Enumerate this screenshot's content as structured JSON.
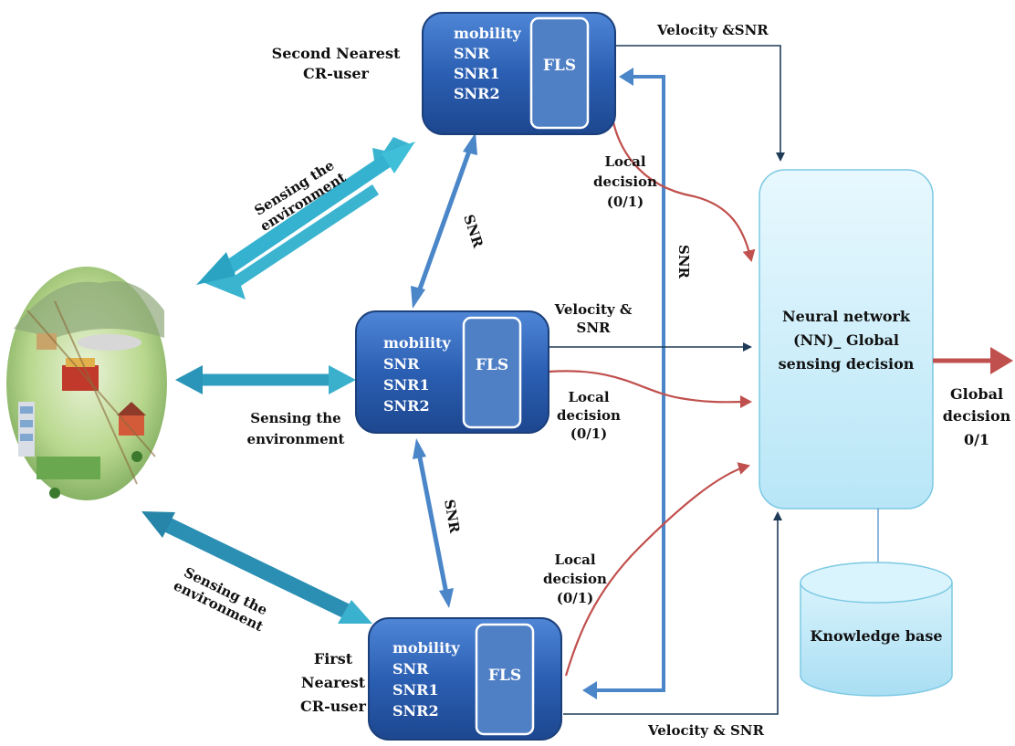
{
  "nodes": {
    "second": {
      "caption_line1": "Second  Nearest",
      "caption_line2": "CR-user",
      "params": [
        "mobility",
        "SNR",
        "SNR1",
        "SNR2"
      ],
      "fls": "FLS"
    },
    "middle": {
      "params": [
        "mobility",
        "SNR",
        "SNR1",
        "SNR2"
      ],
      "fls": "FLS"
    },
    "first": {
      "caption_line1": "First",
      "caption_line2": "Nearest",
      "caption_line3": "CR-user",
      "params": [
        "mobility",
        "SNR",
        "SNR1",
        "SNR2"
      ],
      "fls": "FLS"
    }
  },
  "neural_network": {
    "line1": "Neural network",
    "line2": "(NN)_ Global",
    "line3": "sensing decision"
  },
  "knowledge_base": "Knowledge  base",
  "labels": {
    "velocity_snr_top": "Velocity &SNR",
    "velocity_snr_mid_1": "Velocity &",
    "velocity_snr_mid_2": "SNR",
    "velocity_snr_bottom": "Velocity & SNR",
    "local_decision_1": "Local",
    "local_decision_2": "decision",
    "local_decision_3": "(0/1)",
    "global_decision_1": "Global",
    "global_decision_2": "decision",
    "global_decision_3": "0/1",
    "snr": "SNR",
    "sensing_1": "Sensing the",
    "sensing_2": "environment"
  },
  "colors": {
    "node_blue": "#2a5db0",
    "fls_blue": "#4f7fc4",
    "nn_cyan": "#cdeefb",
    "kb_cyan": "#bfe9f7",
    "teal_arrow": "#2aa6c4",
    "snr_blue": "#4a86c8",
    "red_arrow": "#c0504d",
    "dark_line": "#1f3b57"
  }
}
